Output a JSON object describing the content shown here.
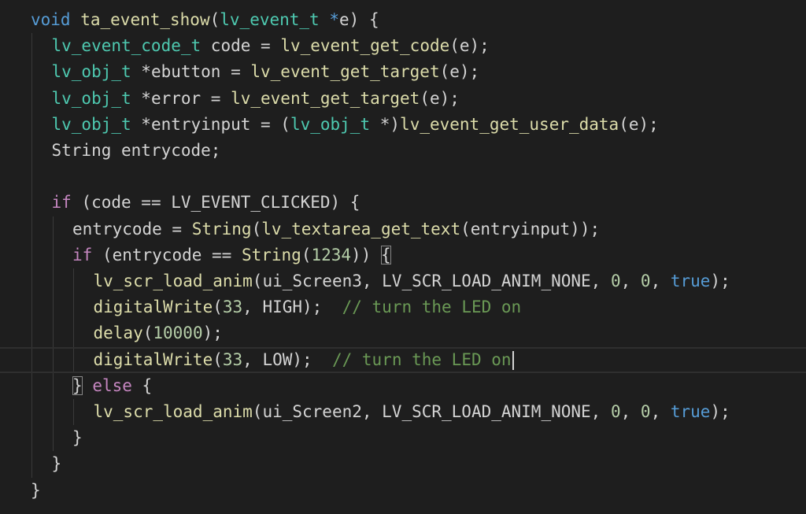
{
  "theme": {
    "background": "#1e1e1e",
    "keyword_color": "#569cd6",
    "control_color": "#c586c0",
    "function_color": "#dcdcaa",
    "type_color": "#4ec9b0",
    "number_color": "#b5cea8",
    "comment_color": "#6a9955",
    "text_color": "#d4d4d4"
  },
  "code": {
    "lines": [
      {
        "indent": 0,
        "tokens": [
          {
            "t": "void",
            "c": "tk"
          },
          {
            "t": " "
          },
          {
            "t": "ta_event_show",
            "c": "tf"
          },
          {
            "t": "("
          },
          {
            "t": "lv_event_t",
            "c": "tt"
          },
          {
            "t": " "
          },
          {
            "t": "*",
            "c": "tk"
          },
          {
            "t": "e"
          },
          {
            "t": ") {"
          }
        ]
      },
      {
        "indent": 1,
        "tokens": [
          {
            "t": "lv_event_code_t",
            "c": "tt"
          },
          {
            "t": " code = "
          },
          {
            "t": "lv_event_get_code",
            "c": "tf"
          },
          {
            "t": "(e);"
          }
        ]
      },
      {
        "indent": 1,
        "tokens": [
          {
            "t": "lv_obj_t",
            "c": "tt"
          },
          {
            "t": " *ebutton = "
          },
          {
            "t": "lv_event_get_target",
            "c": "tf"
          },
          {
            "t": "(e);"
          }
        ]
      },
      {
        "indent": 1,
        "tokens": [
          {
            "t": "lv_obj_t",
            "c": "tt"
          },
          {
            "t": " *error = "
          },
          {
            "t": "lv_event_get_target",
            "c": "tf"
          },
          {
            "t": "(e);"
          }
        ]
      },
      {
        "indent": 1,
        "tokens": [
          {
            "t": "lv_obj_t",
            "c": "tt"
          },
          {
            "t": " *entryinput = ("
          },
          {
            "t": "lv_obj_t",
            "c": "tt"
          },
          {
            "t": " *)"
          },
          {
            "t": "lv_event_get_user_data",
            "c": "tf"
          },
          {
            "t": "(e);"
          }
        ]
      },
      {
        "indent": 1,
        "tokens": [
          {
            "t": "String entrycode;"
          }
        ]
      },
      {
        "indent": 0,
        "tokens": []
      },
      {
        "indent": 1,
        "tokens": [
          {
            "t": "if",
            "c": "tc"
          },
          {
            "t": " (code == LV_EVENT_CLICKED) {"
          }
        ]
      },
      {
        "indent": 2,
        "tokens": [
          {
            "t": "entrycode = "
          },
          {
            "t": "String",
            "c": "tf"
          },
          {
            "t": "("
          },
          {
            "t": "lv_textarea_get_text",
            "c": "tf"
          },
          {
            "t": "(entryinput));"
          }
        ]
      },
      {
        "indent": 2,
        "tokens": [
          {
            "t": "if",
            "c": "tc"
          },
          {
            "t": " (entrycode == "
          },
          {
            "t": "String",
            "c": "tf"
          },
          {
            "t": "("
          },
          {
            "t": "1234",
            "c": "tn"
          },
          {
            "t": ")) "
          },
          {
            "t": "{",
            "c": "tp",
            "match": true
          }
        ]
      },
      {
        "indent": 3,
        "tokens": [
          {
            "t": "lv_scr_load_anim",
            "c": "tf"
          },
          {
            "t": "(ui_Screen3, LV_SCR_LOAD_ANIM_NONE, "
          },
          {
            "t": "0",
            "c": "tn"
          },
          {
            "t": ", "
          },
          {
            "t": "0",
            "c": "tn"
          },
          {
            "t": ", "
          },
          {
            "t": "true",
            "c": "tk"
          },
          {
            "t": ");"
          }
        ]
      },
      {
        "indent": 3,
        "tokens": [
          {
            "t": "digitalWrite",
            "c": "tf"
          },
          {
            "t": "("
          },
          {
            "t": "33",
            "c": "tn"
          },
          {
            "t": ", HIGH);  "
          },
          {
            "t": "// turn the LED on",
            "c": "tm"
          }
        ]
      },
      {
        "indent": 3,
        "tokens": [
          {
            "t": "delay",
            "c": "tf"
          },
          {
            "t": "("
          },
          {
            "t": "10000",
            "c": "tn"
          },
          {
            "t": ");"
          }
        ]
      },
      {
        "indent": 3,
        "current": true,
        "tokens": [
          {
            "t": "digitalWrite",
            "c": "tf"
          },
          {
            "t": "("
          },
          {
            "t": "33",
            "c": "tn"
          },
          {
            "t": ", LOW);  "
          },
          {
            "t": "// turn the LED on",
            "c": "tm"
          },
          {
            "caret": true
          }
        ]
      },
      {
        "indent": 2,
        "tokens": [
          {
            "t": "}",
            "c": "tp",
            "match": true
          },
          {
            "t": " "
          },
          {
            "t": "else",
            "c": "tc"
          },
          {
            "t": " {"
          }
        ]
      },
      {
        "indent": 3,
        "tokens": [
          {
            "t": "lv_scr_load_anim",
            "c": "tf"
          },
          {
            "t": "(ui_Screen2, LV_SCR_LOAD_ANIM_NONE, "
          },
          {
            "t": "0",
            "c": "tn"
          },
          {
            "t": ", "
          },
          {
            "t": "0",
            "c": "tn"
          },
          {
            "t": ", "
          },
          {
            "t": "true",
            "c": "tk"
          },
          {
            "t": ");"
          }
        ]
      },
      {
        "indent": 2,
        "tokens": [
          {
            "t": "}"
          }
        ]
      },
      {
        "indent": 1,
        "tokens": [
          {
            "t": "}"
          }
        ]
      },
      {
        "indent": 0,
        "tokens": [
          {
            "t": "}"
          }
        ]
      }
    ]
  }
}
